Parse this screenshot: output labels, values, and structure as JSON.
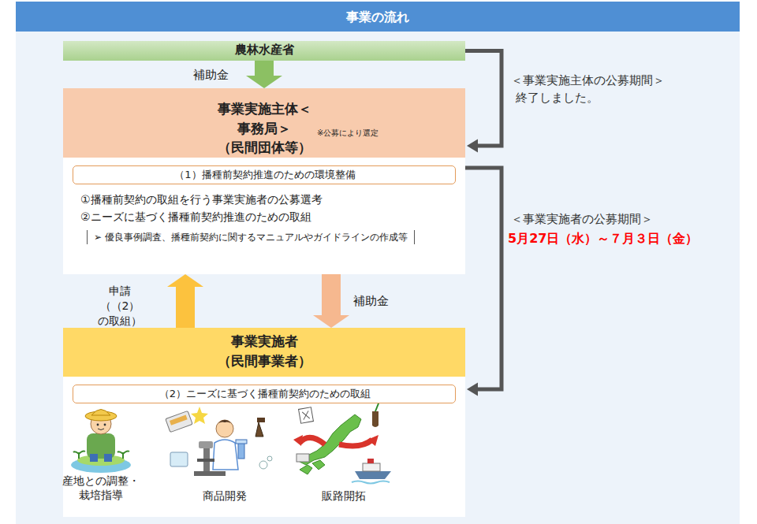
{
  "diagram": {
    "title": "事業の流れ",
    "nodes": [
      {
        "text": [
          "農林水産省"
        ]
      },
      {
        "text": [
          "事業実施主体＜事務局＞ （民間団体等）",
          "※公募により選定"
        ]
      },
      {
        "text": [
          "①播種前契約の取組を行う事業実施者の公募選考",
          "②ニーズに基づく播種前契約推進のための取組",
          "➢ 優良事例調査、播種前契約に関するマニュアルやガイドラインの作成等"
        ]
      },
      {
        "text": [
          "（1）播種前契約推進のための環境整備"
        ],
        "in": 2
      },
      {
        "text": [
          "事業実施者 （民間事業者）"
        ]
      },
      {
        "text": [
          "産地との調整・ 栽培指導",
          "商品開発",
          "販路開拓"
        ]
      },
      {
        "text": [
          "（2）ニーズに基づく播種前契約のための取組"
        ],
        "in": 5
      }
    ],
    "edges": [
      {
        "from": 0,
        "to": 1,
        "arrow": "to",
        "label": "補助金"
      },
      {
        "from": 0,
        "to": 1,
        "arrow": "to",
        "label": "＜事業実施主体の公募期間＞"
      },
      {
        "from": 4,
        "to": 2,
        "arrow": "to",
        "label": "申請 （（2）の取組）"
      },
      {
        "from": 2,
        "to": 4,
        "arrow": "to",
        "label": "補助金"
      },
      {
        "from": 2,
        "to": 5,
        "arrow": "to",
        "label": "＜事業実施者の公募期間＞"
      }
    ],
    "labels": [
      "終了しました。",
      "5月27日（水）～７月３日（金）"
    ]
  }
}
